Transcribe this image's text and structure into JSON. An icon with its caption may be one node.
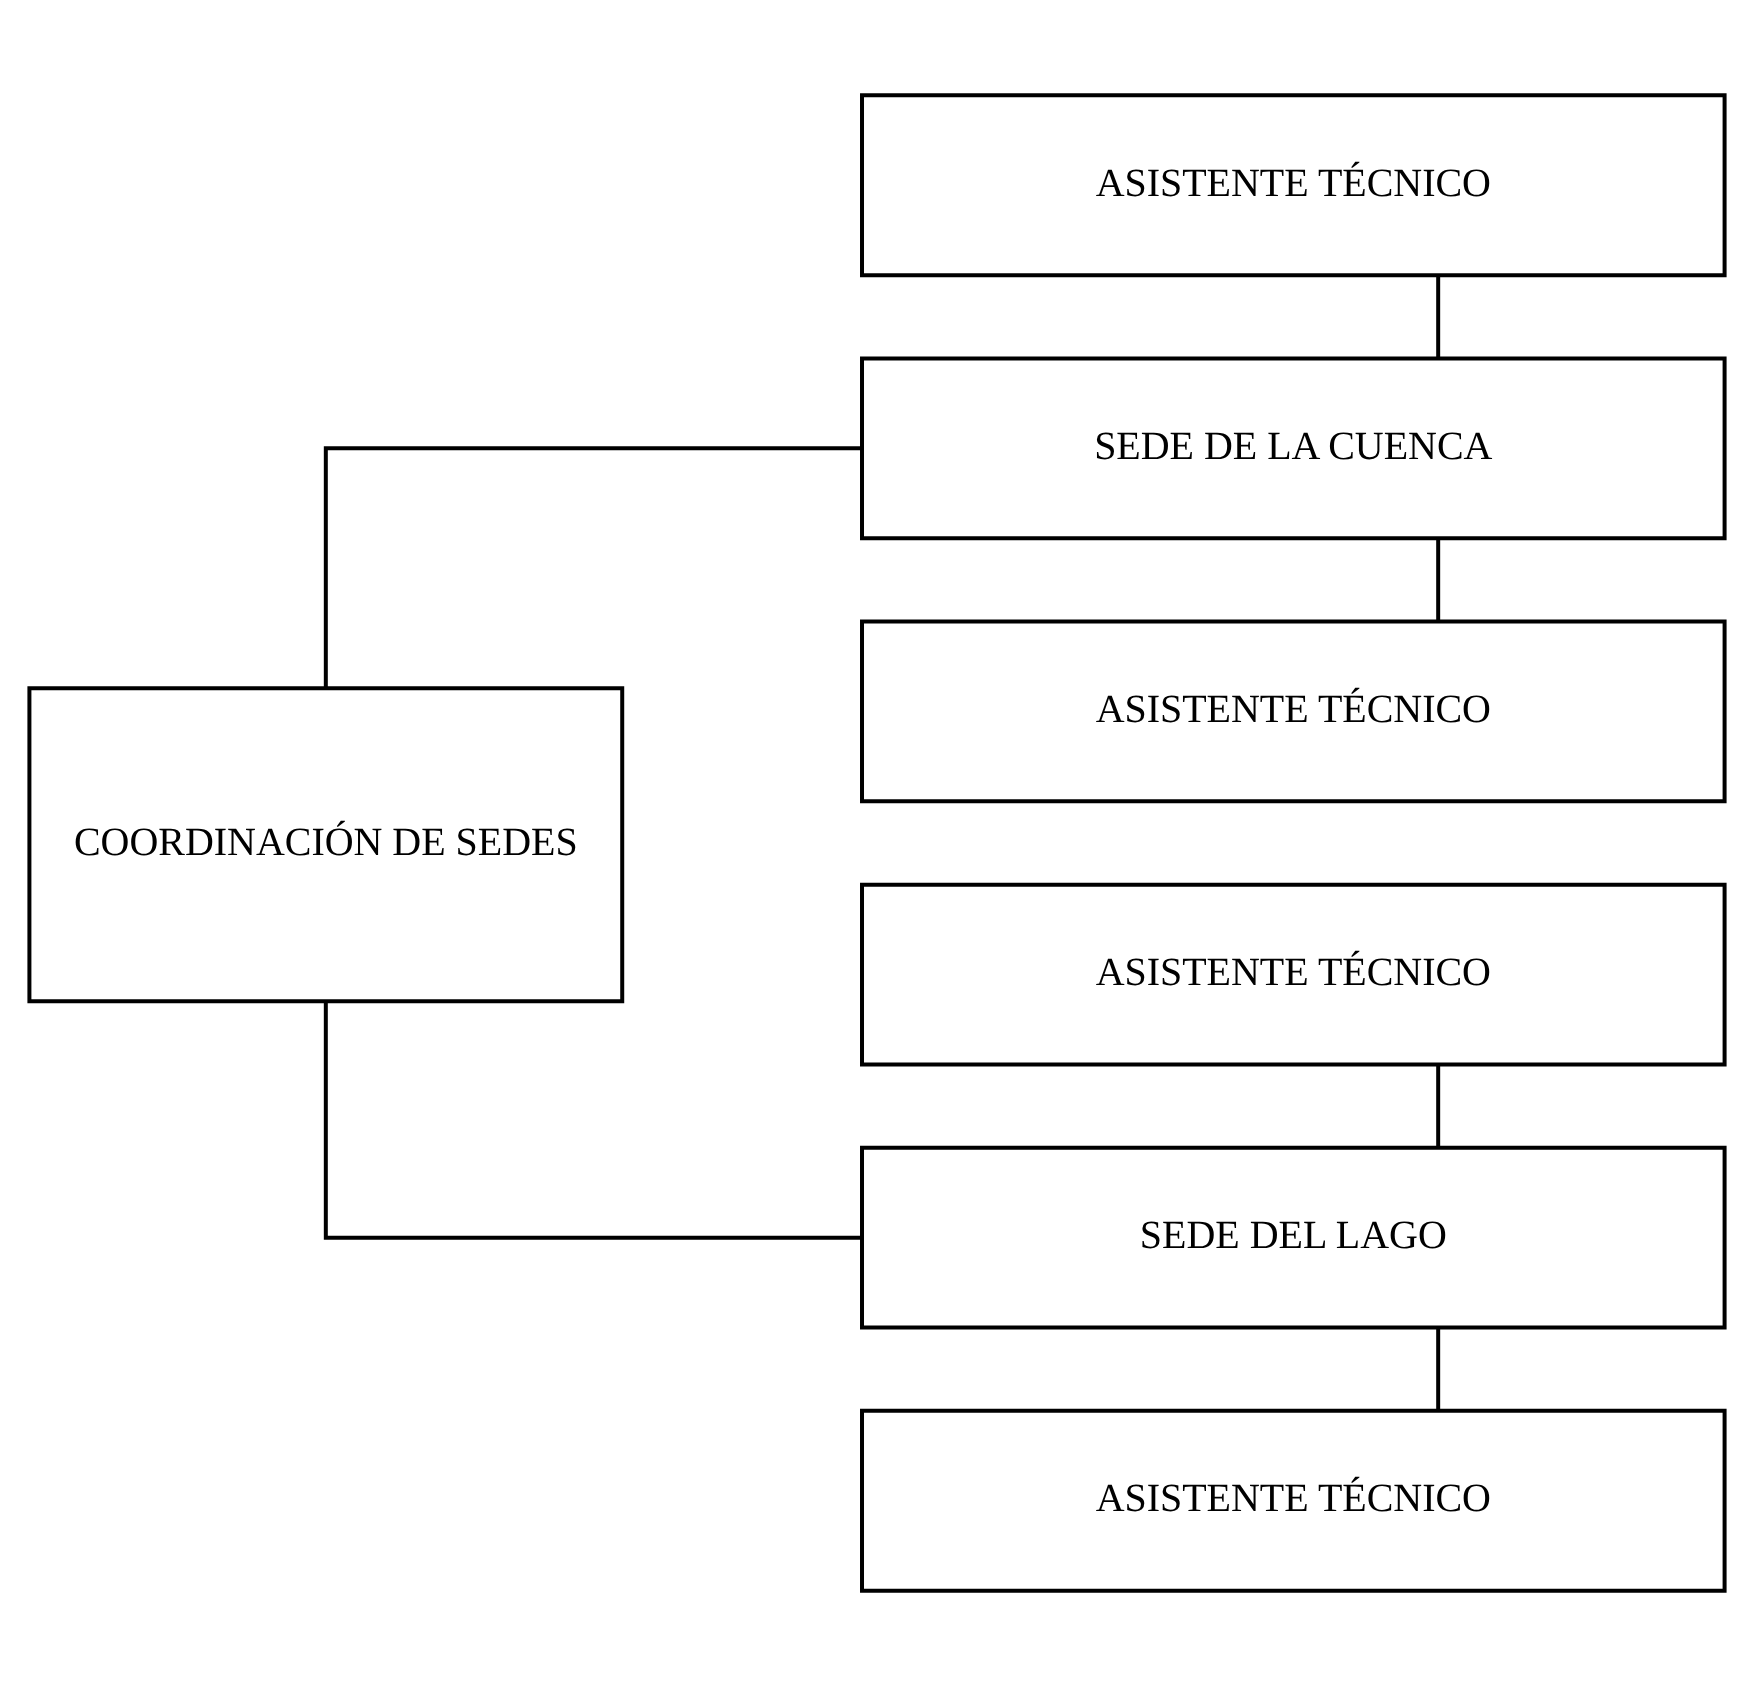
{
  "diagram": {
    "nodes": [
      {
        "text": [
          "COORDINACIÓN DE SEDES"
        ]
      },
      {
        "text": [
          "ASISTENTE TÉCNICO"
        ]
      },
      {
        "text": [
          "SEDE DE LA CUENCA"
        ]
      },
      {
        "text": [
          "ASISTENTE TÉCNICO"
        ]
      },
      {
        "text": [
          "ASISTENTE TÉCNICO"
        ]
      },
      {
        "text": [
          "SEDE DEL LAGO"
        ]
      },
      {
        "text": [
          "ASISTENTE TÉCNICO"
        ]
      }
    ],
    "edges": [
      {
        "from": 0,
        "to": 2,
        "arrow": "none"
      },
      {
        "from": 0,
        "to": 5,
        "arrow": "none"
      },
      {
        "from": 1,
        "to": 2,
        "arrow": "none"
      },
      {
        "from": 2,
        "to": 3,
        "arrow": "none"
      },
      {
        "from": 4,
        "to": 5,
        "arrow": "none"
      },
      {
        "from": 5,
        "to": 6,
        "arrow": "none"
      }
    ]
  }
}
